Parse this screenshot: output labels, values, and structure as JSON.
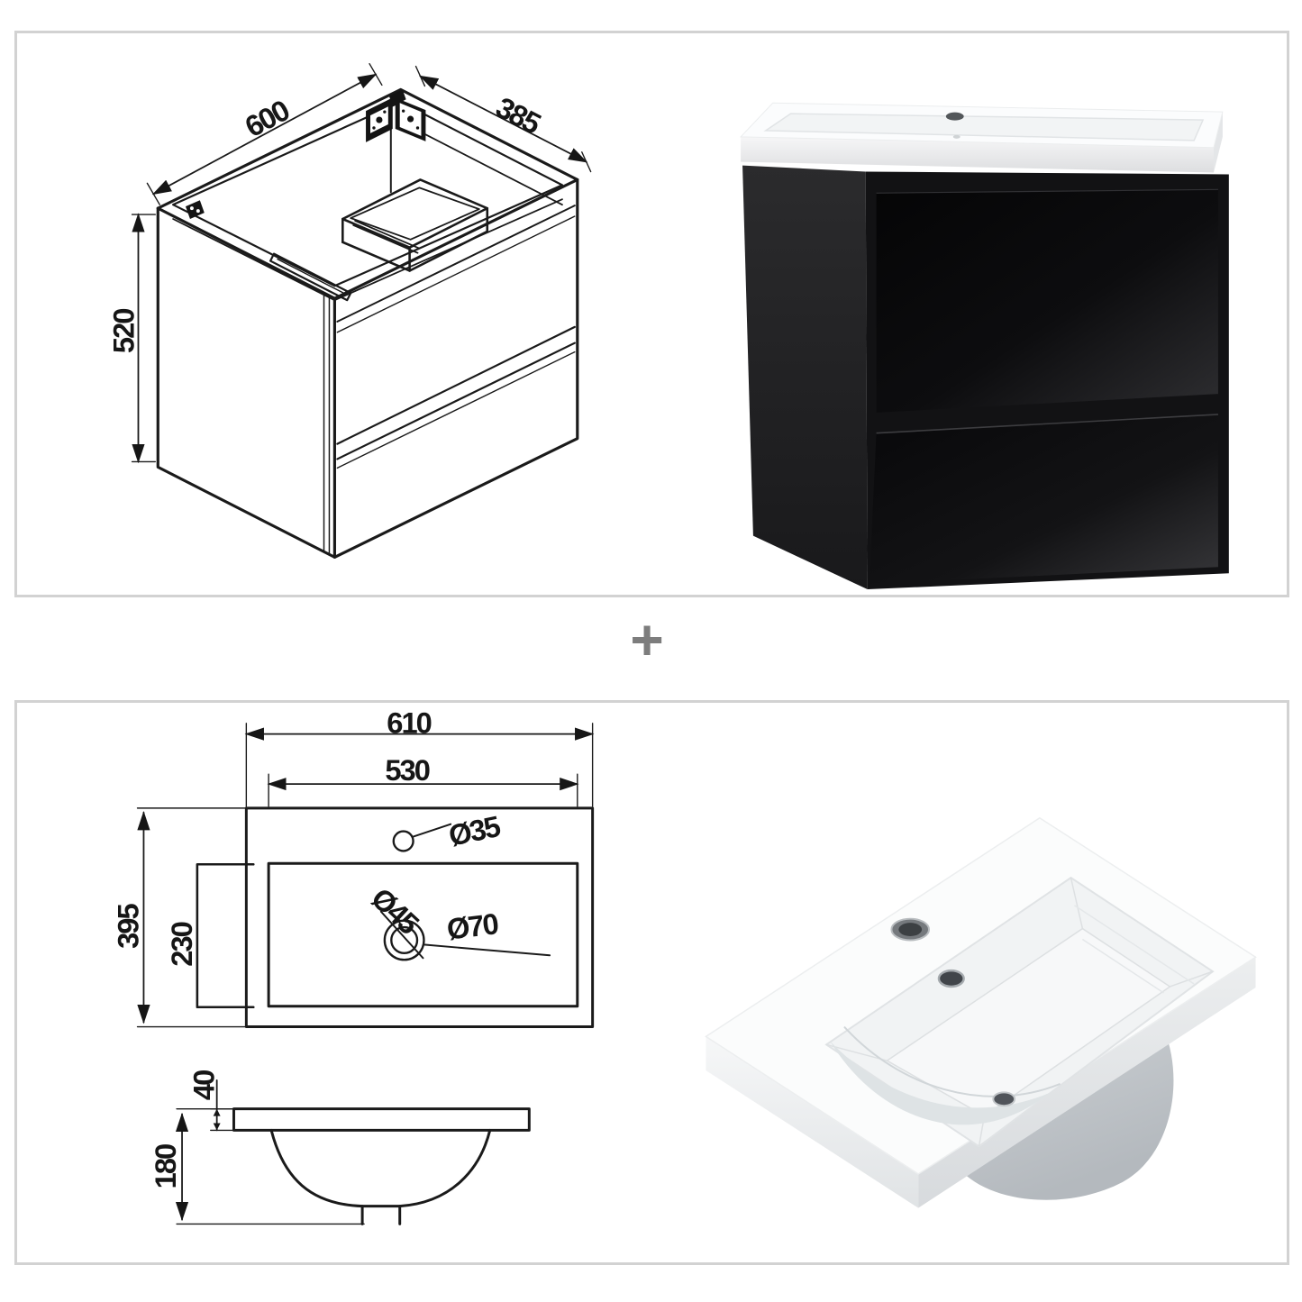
{
  "page": {
    "background": "#ffffff",
    "panel_border_color": "#d2d2d2"
  },
  "separator": {
    "symbol": "+",
    "color": "#7d7d7d"
  },
  "vanity_section": {
    "diagram_labels": {
      "width": "600",
      "depth": "385",
      "height": "520"
    },
    "photo_colors": {
      "cabinet_front": "#121214",
      "cabinet_side": "#232325",
      "countertop": "#fbfcfd"
    }
  },
  "basin_section": {
    "diagram_labels": {
      "overall_width": "610",
      "bowl_width": "530",
      "overall_depth": "395",
      "bowl_depth": "230",
      "tap_hole_diameter": "Ø35",
      "waste_hole_diameter": "Ø45",
      "waste_recess_diameter": "Ø70",
      "rim_thickness": "40",
      "basin_height": "180"
    }
  }
}
